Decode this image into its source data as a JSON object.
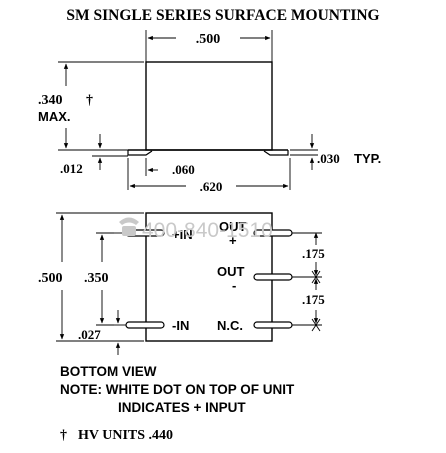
{
  "title": "SM SINGLE SERIES SURFACE MOUNTING",
  "side_view": {
    "width_dim": ".500",
    "height_dim": ".340",
    "dagger": "†",
    "max_label": "MAX.",
    "standoff_dim": ".012",
    "lead_dim": ".060",
    "overall_dim": ".620",
    "lead_thickness_dim": ".030",
    "typ_label": "TYP."
  },
  "bottom_view": {
    "height_dim": ".500",
    "pin_span_dim": ".350",
    "edge_dim": ".027",
    "pitch_top_dim": ".175",
    "pitch_bottom_dim": ".175",
    "pins": {
      "plus_in": "+IN",
      "out_plus": "OUT",
      "out_plus_sign": "+",
      "out_minus": "OUT",
      "out_minus_sign": "-",
      "minus_in": "-IN",
      "nc": "N.C."
    }
  },
  "notes": {
    "bottom_view": "BOTTOM VIEW",
    "note_line1": "NOTE: WHITE DOT ON TOP OF UNIT",
    "note_line2": "INDICATES + INPUT",
    "hv_dagger": "†",
    "hv_units": "HV UNITS .440"
  },
  "watermark": {
    "phone_icon": "phone-icon",
    "text": "400-840-1510"
  },
  "colors": {
    "ink": "#000000",
    "watermark": "#c9c9c9"
  }
}
